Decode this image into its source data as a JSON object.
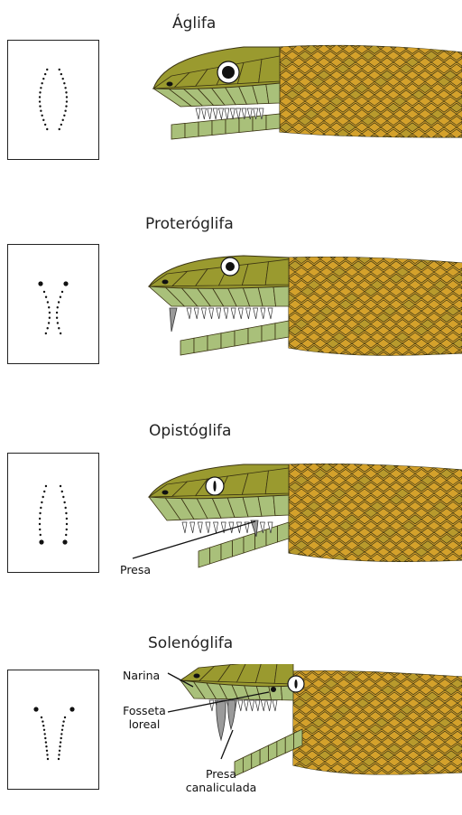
{
  "colors": {
    "body_scale": "#d4a12b",
    "body_scale_alt": "#b89a2c",
    "scale_outline": "#3b3413",
    "head_top": "#9a9a2f",
    "head_lower": "#a9c07a",
    "tooth": "#ffffff",
    "fang": "#9a9a9a"
  },
  "panels": [
    {
      "id": "aglifa",
      "title": "Áglifa",
      "teeth_pattern": "aglypha",
      "labels": {}
    },
    {
      "id": "proteroglifa",
      "title": "Proteróglifa",
      "teeth_pattern": "proteroglypha",
      "labels": {}
    },
    {
      "id": "opistoglifa",
      "title": "Opistóglifa",
      "teeth_pattern": "opisthoglypha",
      "labels": {
        "presa": "Presa"
      }
    },
    {
      "id": "solenoglifa",
      "title": "Solenóglifa",
      "teeth_pattern": "solenoglypha",
      "labels": {
        "narina": "Narina",
        "fosseta_line1": "Fosseta",
        "fosseta_line2": "loreal",
        "presa_line1": "Presa",
        "presa_line2": "canaliculada"
      }
    }
  ]
}
